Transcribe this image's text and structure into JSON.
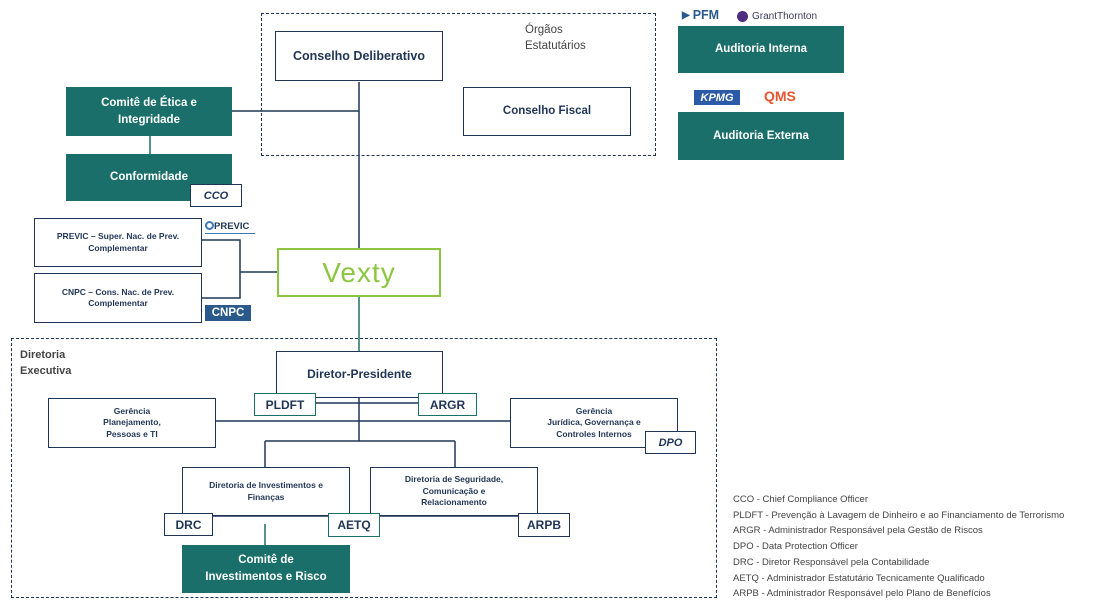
{
  "colors": {
    "teal": "#1a6f6a",
    "navy": "#1f3556",
    "green": "#8cc63f",
    "orange": "#e8542c"
  },
  "statutory": {
    "title": "Órgãos\nEstatutários",
    "conselho_deliberativo": "Conselho Deliberativo",
    "conselho_fiscal": "Conselho Fiscal"
  },
  "left": {
    "comite_etica": "Comitê de Ética e\nIntegridade",
    "conformidade": "Conformidade",
    "cco": "CCO",
    "previc_box": "PREVIC – Super. Nac. de Prev.\nComplementar",
    "previc_logo": "PREVIC",
    "cnpc_box": "CNPC – Cons. Nac. de Prev.\nComplementar",
    "cnpc_logo": "CNPC"
  },
  "right": {
    "pfm_logo": "PFM",
    "grant_logo": "GrantThornton",
    "auditoria_interna": "Auditoria Interna",
    "kpmg_logo": "KPMG",
    "qms_logo": "QMS",
    "auditoria_externa": "Auditoria Externa"
  },
  "center": {
    "vexty_logo": "Vexty"
  },
  "diretoria": {
    "title": "Diretoria\nExecutiva",
    "diretor_presidente": "Diretor-Presidente",
    "pldft": "PLDFT",
    "argr": "ARGR",
    "gerencia_planejamento": "Gerência\nPlanejamento,\nPessoas e TI",
    "gerencia_juridica": "Gerência\nJurídica, Governança e\nControles Internos",
    "dpo": "DPO",
    "dir_investimentos": "Diretoria de Investimentos e\nFinanças",
    "dir_seguridade": "Diretoria de Seguridade,\nComunicação e\nRelacionamento",
    "drc": "DRC",
    "aetq": "AETQ",
    "arpb": "ARPB",
    "comite_investimentos": "Comitê de\nInvestimentos e Risco"
  },
  "legend": [
    "CCO - Chief Compliance Officer",
    "PLDFT - Prevenção à Lavagem de Dinheiro e ao Financiamento de Terrorismo",
    "ARGR - Administrador Responsável pela Gestão de Riscos",
    "DPO - Data Protection Officer",
    "DRC - Diretor Responsável pela Contabilidade",
    "AETQ - Administrador Estatutário Tecnicamente Qualificado",
    "ARPB - Administrador Responsável pelo Plano de Benefícios"
  ]
}
